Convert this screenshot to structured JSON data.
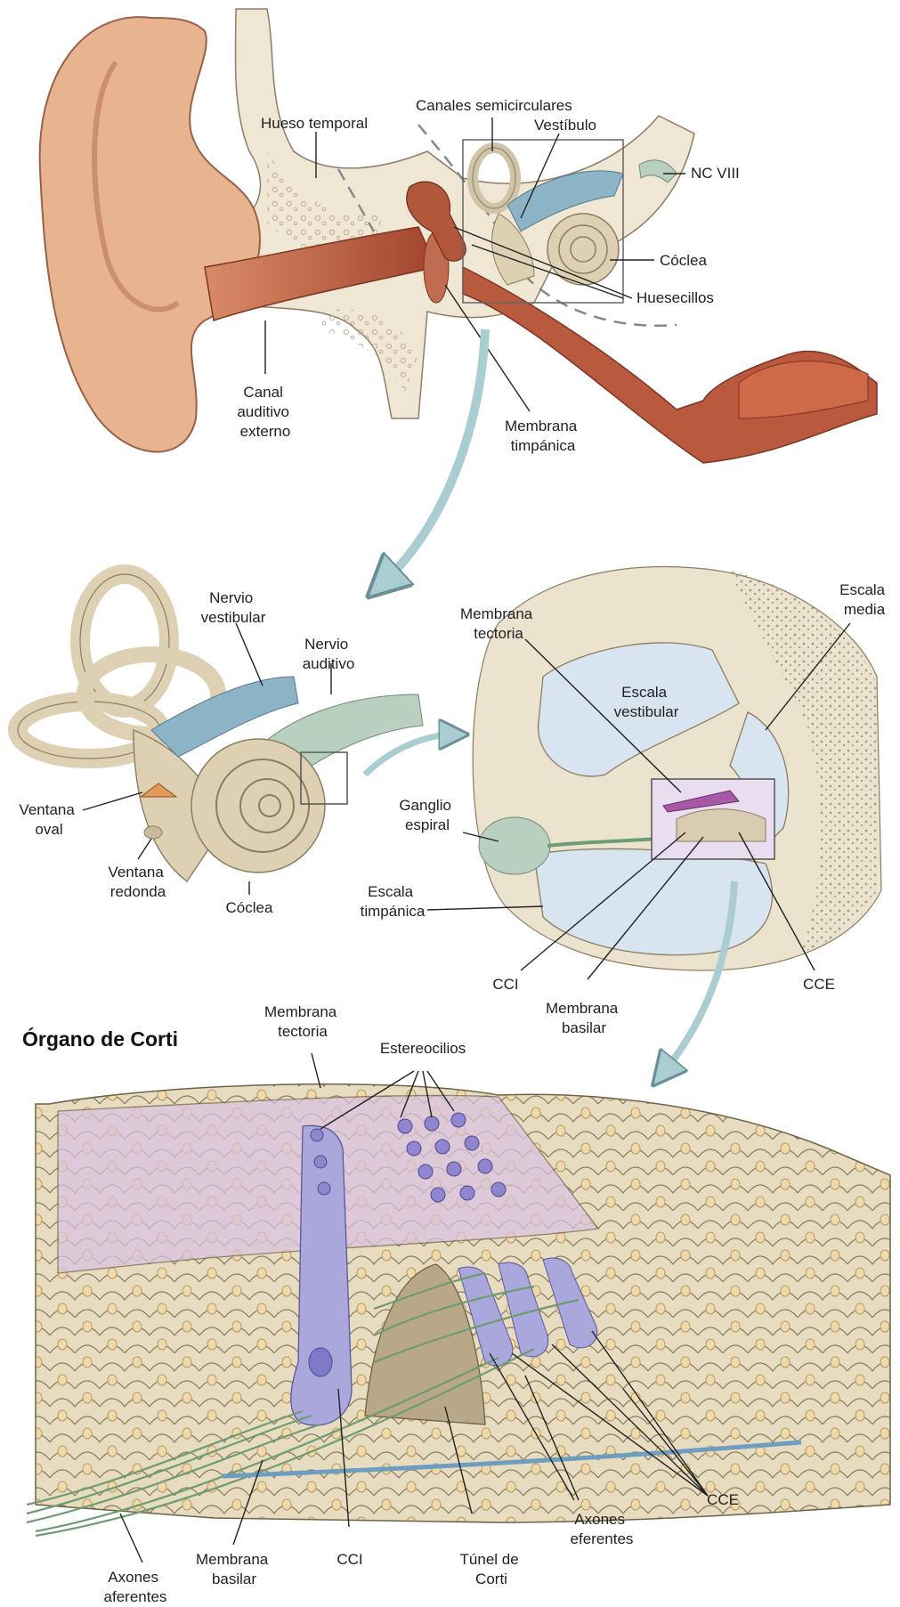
{
  "panels": {
    "ear": {
      "labels": {
        "semicircular_canals": "Canales semicirculares",
        "temporal_bone": "Hueso temporal",
        "vestibule": "Vestíbulo",
        "nerve_viii": "NC VIII",
        "cochlea": "Cóclea",
        "ossicles": "Huesecillos",
        "ear_canal": [
          "Canal",
          "auditivo",
          "externo"
        ],
        "eardrum": [
          "Membrana",
          "timpánica"
        ]
      }
    },
    "inner_ear": {
      "labels": {
        "vestibular_nerve": [
          "Nervio",
          "vestibular"
        ],
        "auditory_nerve": [
          "Nervio",
          "auditivo"
        ],
        "oval_window": [
          "Ventana",
          "oval"
        ],
        "round_window": [
          "Ventana",
          "redonda"
        ],
        "cochlea": "Cóclea"
      }
    },
    "cochlea_section": {
      "labels": {
        "tectorial_membrane": [
          "Membrana",
          "tectoria"
        ],
        "scala_media": [
          "Escala",
          "media"
        ],
        "scala_vestibuli": [
          "Escala",
          "vestibular"
        ],
        "spiral_ganglion": [
          "Ganglio",
          "espiral"
        ],
        "scala_tympani": [
          "Escala",
          "timpánica"
        ],
        "ihc": "CCI",
        "basilar_membrane": [
          "Membrana",
          "basilar"
        ],
        "ohc": "CCE"
      }
    },
    "organ_of_corti": {
      "title": "Órgano de Corti",
      "labels": {
        "tectorial_membrane": [
          "Membrana",
          "tectoria"
        ],
        "stereocilia": "Estereocilios",
        "ohc": "CCE",
        "efferent_axons": [
          "Axones",
          "eferentes"
        ],
        "tunnel": [
          "Túnel de",
          "Corti"
        ],
        "ihc": "CCI",
        "basilar_membrane": [
          "Membrana",
          "basilar"
        ],
        "afferent_axons": [
          "Axones",
          "aferentes"
        ]
      }
    }
  },
  "colors": {
    "skin": "#e8b48f",
    "canal": "#b9593e",
    "bone": "#efe6d3",
    "labyrinth": "#ddd0b3",
    "vestibular_nerve": "#8db4c6",
    "auditory_nerve": "#b9d0c0",
    "fluid": "#d8e4ef",
    "tectorial": "#d9c2e0",
    "hair_cell": "#a9a7dc",
    "axon": "#6e9c72",
    "arrow": "#a9cdd0"
  }
}
